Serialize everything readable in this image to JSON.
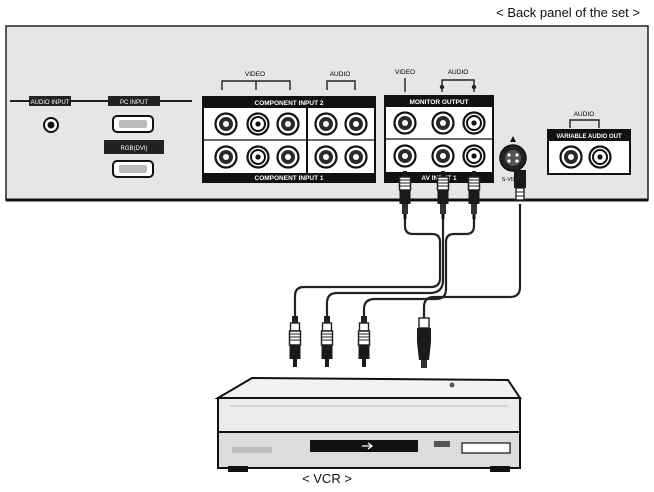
{
  "captions": {
    "back_panel": "< Back panel of the set >",
    "vcr": "< VCR >"
  },
  "panel_labels": {
    "audio_input": "AUDIO INPUT",
    "pc_input": "PC INPUT",
    "rgb_dvi": "RGB(DVI)",
    "video_group": "VIDEO",
    "audio_group": "AUDIO",
    "component_input_2": "COMPONENT INPUT 2",
    "component_input_1": "COMPONENT INPUT 1",
    "monitor_video": "VIDEO",
    "monitor_audio": "AUDIO",
    "monitor_output": "MONITOR OUTPUT",
    "av_input_1": "AV INPUT 1",
    "s_video": "S-VIDEO",
    "variable_audio": "AUDIO",
    "variable_audio_out": "VARIABLE AUDIO OUT"
  },
  "colors": {
    "panel_fill": "#e6e6e6",
    "band_fill": "#111111",
    "cable": "#222222"
  }
}
